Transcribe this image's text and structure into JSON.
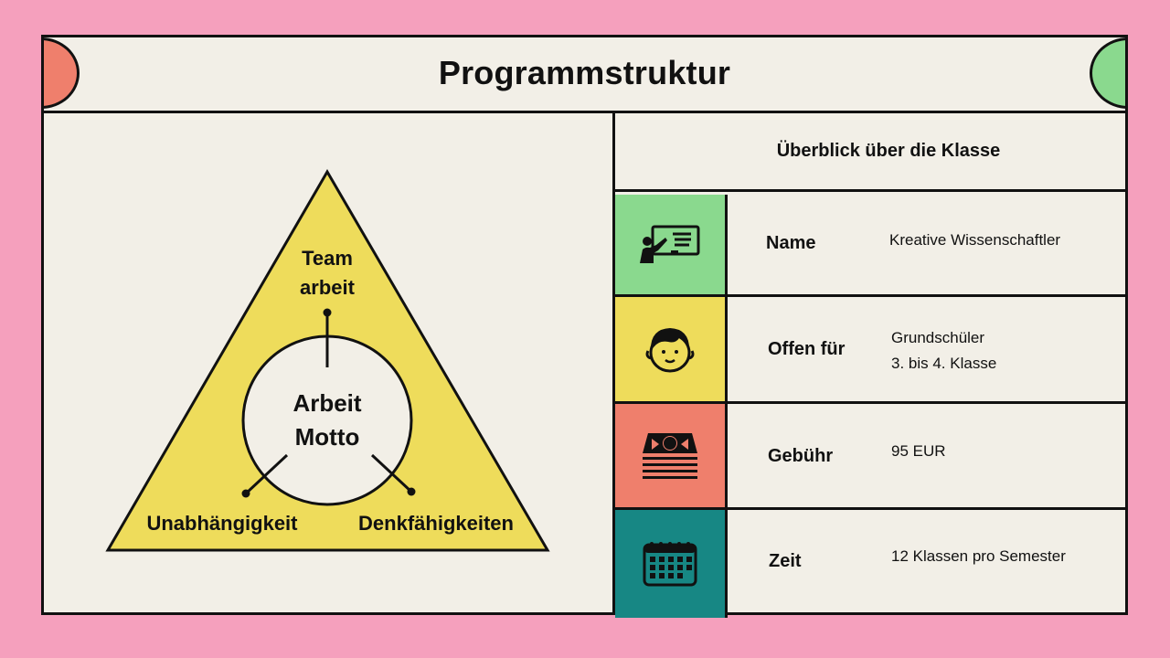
{
  "header": {
    "title": "Programmstruktur",
    "left_accent_color": "#ef7f6c",
    "right_accent_color": "#8ad98e"
  },
  "diagram": {
    "center_line1": "Arbeit",
    "center_line2": "Motto",
    "top_label_line1": "Team",
    "top_label_line2": "arbeit",
    "bottom_left_label": "Unabhängigkeit",
    "bottom_right_label": "Denkfähigkeiten",
    "triangle_color": "#eedc5b",
    "circle_color": "#f2efe7"
  },
  "overview": {
    "title": "Überblick über die Klasse",
    "rows": [
      {
        "icon": "teacher-board-icon",
        "color": "#8ad98e",
        "label": "Name",
        "value_lines": [
          "Kreative Wissenschaftler"
        ]
      },
      {
        "icon": "child-face-icon",
        "color": "#eedc5b",
        "label": "Offen für",
        "value_lines": [
          "Grundschüler",
          "3. bis 4. Klasse"
        ]
      },
      {
        "icon": "money-stack-icon",
        "color": "#ef7f6c",
        "label": "Gebühr",
        "value_lines": [
          "95 EUR"
        ]
      },
      {
        "icon": "calendar-icon",
        "color": "#178784",
        "label": "Zeit",
        "value_lines": [
          "12 Klassen pro Semester"
        ]
      }
    ]
  }
}
